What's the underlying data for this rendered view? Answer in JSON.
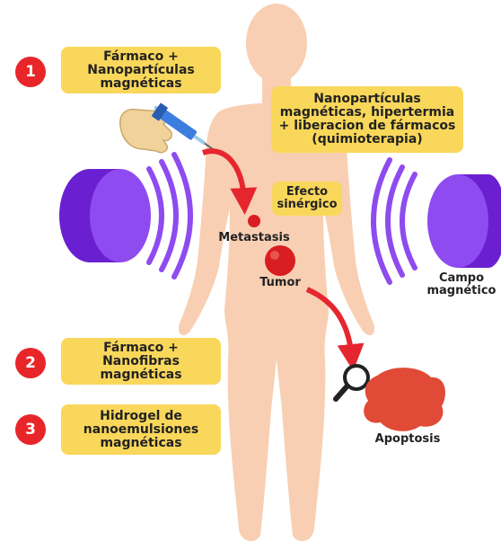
{
  "colors": {
    "body": "#f8cfb3",
    "box": "#f9d75a",
    "badge": "#e8262a",
    "arrow": "#e6262f",
    "magnet": "#8e4bf0",
    "magnet_dark": "#6a1fd1",
    "tumor": "#d81e20",
    "apoptosis": "#e14a36"
  },
  "icons": [
    "syringe-icon",
    "hand-icon",
    "magnifier-icon",
    "magnet-icon"
  ],
  "steps": [
    {
      "number": "1",
      "text": "Fármaco +\nNanopartículas\nmagnéticas"
    },
    {
      "number": "2",
      "text": "Fármaco +\nNanofibras\nmagnéticas"
    },
    {
      "number": "3",
      "text": "Hidrogel de\nnanoemulsiones\nmagnéticas"
    }
  ],
  "hyperthermia_box": "Nanopartículas\nmagnéticas, hipertermia\n+ liberacion de fármacos\n(quimioterapia)",
  "synergy_box": "Efecto\nsinérgico",
  "labels": {
    "metastasis": "Metastasis",
    "tumor": "Tumor",
    "magnetic_field": "Campo\nmagnético",
    "apoptosis": "Apoptosis"
  }
}
